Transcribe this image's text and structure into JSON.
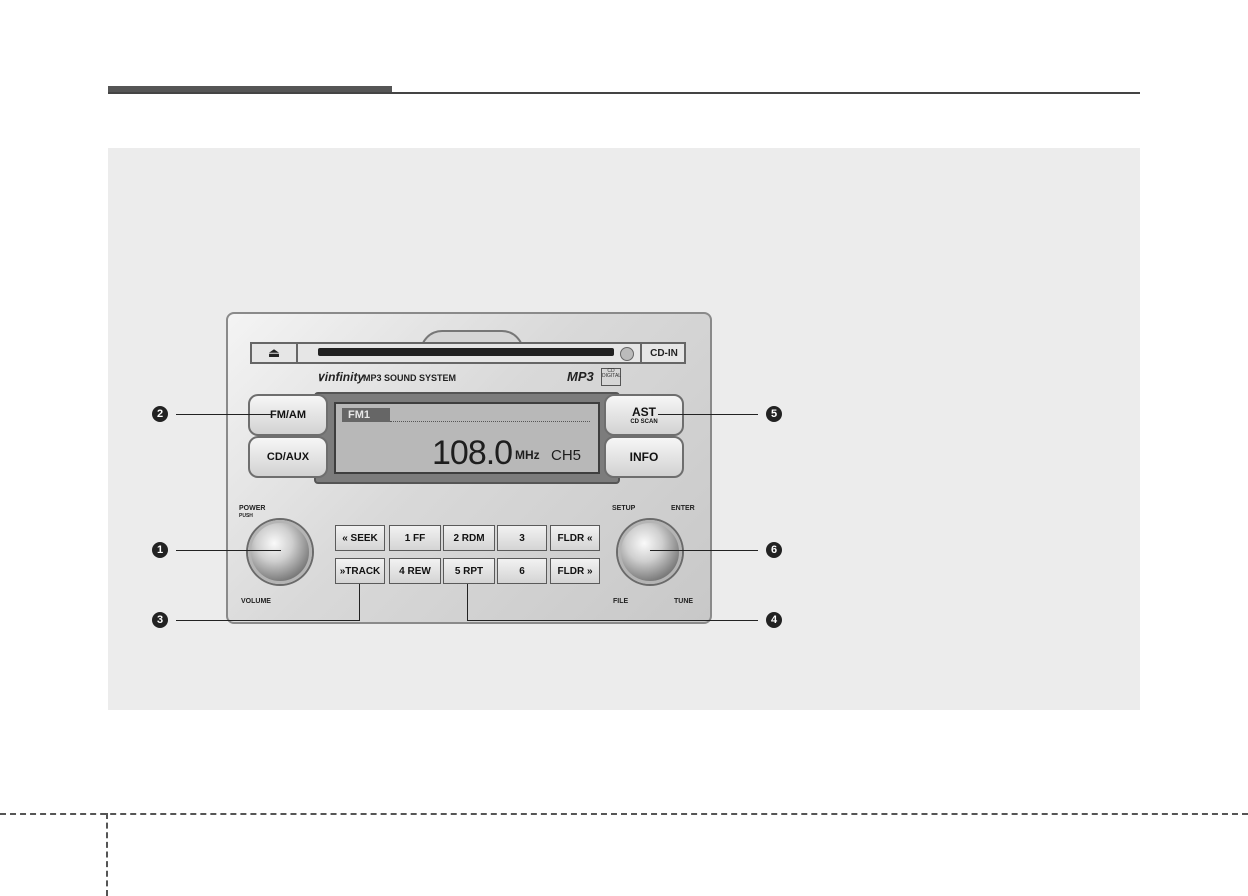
{
  "radio": {
    "eject_icon": "eject-icon",
    "cd_in_label": "CD-IN",
    "brand_logo": "∨infinity",
    "system_label": "MP3 SOUND SYSTEM",
    "mp3_logo": "MP3",
    "buttons": {
      "fm_am": "FM/AM",
      "cd_aux": "CD/AUX",
      "ast": "AST",
      "ast_sub": "CD SCAN",
      "info": "INFO"
    },
    "display": {
      "band": "FM1",
      "frequency": "108.0",
      "unit": "MHz",
      "channel": "CH5"
    },
    "knob_labels": {
      "power": "POWER",
      "push": "PUSH",
      "volume": "VOLUME",
      "setup": "SETUP",
      "enter": "ENTER",
      "file": "FILE",
      "tune": "TUNE"
    },
    "keys": {
      "seek": "« SEEK",
      "track": "»TRACK",
      "k1": "1 FF",
      "k2": "2 RDM",
      "k3": "3",
      "k4": "4 REW",
      "k5": "5 RPT",
      "k6": "6",
      "fldr_up": "FLDR «",
      "fldr_down": "FLDR »"
    }
  },
  "callouts": {
    "c1": "1",
    "c2": "2",
    "c3": "3",
    "c4": "4",
    "c5": "5",
    "c6": "6"
  }
}
